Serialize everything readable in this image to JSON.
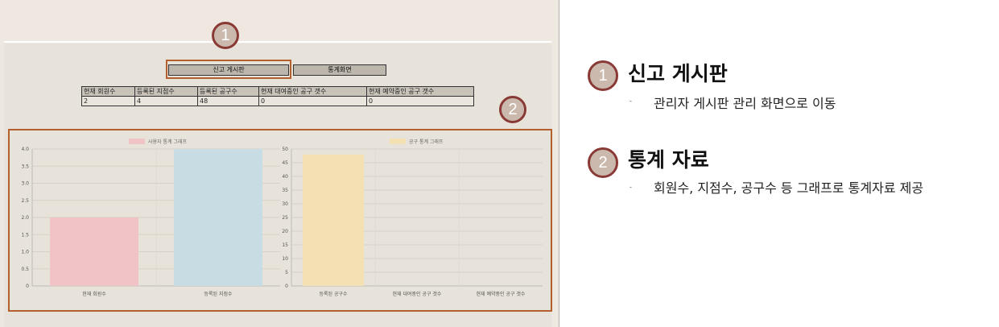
{
  "callouts": {
    "first": "1",
    "second": "2"
  },
  "buttons": {
    "report_board": "신고 게시판",
    "statistics": "통계화면"
  },
  "stats_table": {
    "headers": [
      "현재 회원수",
      "등록된 지점수",
      "등록된 공구수",
      "현재 대여중인 공구 갯수",
      "현재 예약중인 공구 갯수"
    ],
    "values": [
      "2",
      "4",
      "48",
      "0",
      "0"
    ]
  },
  "chart_data": [
    {
      "type": "bar",
      "legend": "사용자 통계 그래프",
      "categories": [
        "현재 회원수",
        "등록된 지점수"
      ],
      "values": [
        2,
        4
      ],
      "ylim": [
        0,
        4
      ],
      "yticks": [
        "0",
        "0.5",
        "1.0",
        "1.5",
        "2.0",
        "2.5",
        "3.0",
        "3.5",
        "4.0"
      ],
      "color": "#f0c4c6"
    },
    {
      "type": "bar",
      "legend": "공구 통계 그래프",
      "categories": [
        "등록된 공구수",
        "현재 대여중인 공구 갯수",
        "현재 예약중인 공구 갯수"
      ],
      "values": [
        48,
        0,
        0
      ],
      "ylim": [
        0,
        50
      ],
      "yticks": [
        "0",
        "5",
        "10",
        "15",
        "20",
        "25",
        "30",
        "35",
        "40",
        "45",
        "50"
      ],
      "color": "#f3e0b3"
    }
  ],
  "annotations": [
    {
      "number": "1",
      "title": "신고 게시판",
      "bullet": "-",
      "desc": "관리자 게시판 관리 화면으로 이동"
    },
    {
      "number": "2",
      "title": "통계 자료",
      "bullet": "-",
      "desc": "회원수, 지점수, 공구수 등 그래프로 통계자료 제공"
    }
  ],
  "colors": {
    "highlight": "#b4602e",
    "callout_border": "#8a3a36",
    "callout_fill": "#cbb9ad",
    "bar2_color": "#c8dce3"
  }
}
